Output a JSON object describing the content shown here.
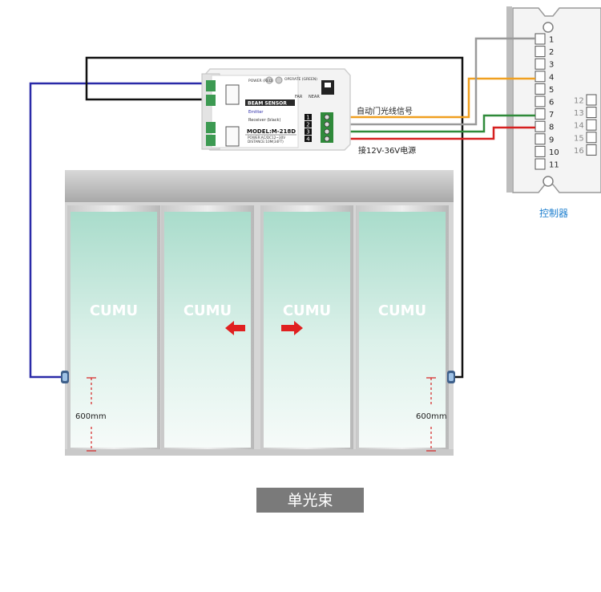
{
  "sensor": {
    "power_label": "POWER\n(RED)",
    "operate_label": "OPERATE\n(GREEN)",
    "far_label": "FAR",
    "near_label": "NEAR",
    "brand_label": "BEAM SENSOR",
    "emitter_label": "Emitter",
    "receiver_label": "Receiver (black)",
    "model": "MODEL:M-218D",
    "power_spec": "POWER:AC/DC12~30V",
    "distance_spec": "DISTANCE:10M(34FT)",
    "terminal_numbers": [
      "1",
      "2",
      "3",
      "4"
    ]
  },
  "labels": {
    "signal": "自动门光线信号",
    "power_supply": "接12V-36V电源",
    "controller": "控制器",
    "height_left": "600mm",
    "height_right": "600mm",
    "title": "单光束"
  },
  "door": {
    "panel_logo": "CUMU",
    "panel_count": 4
  },
  "controller": {
    "main_terminals": [
      "1",
      "2",
      "3",
      "4",
      "5",
      "6",
      "7",
      "8",
      "9",
      "10",
      "11"
    ],
    "side_terminals": [
      "12",
      "13",
      "14",
      "15",
      "16"
    ]
  },
  "colors": {
    "wire_blue": "#2a2aa8",
    "wire_black": "#111111",
    "wire_orange": "#f0a020",
    "wire_gray": "#9a9a9a",
    "wire_green": "#2f8a3a",
    "wire_red": "#d62020",
    "glass": "#bfe6d8",
    "arrow": "#e02020",
    "controller_text": "#1e7fcf",
    "title_bg": "#7a7a7a"
  }
}
